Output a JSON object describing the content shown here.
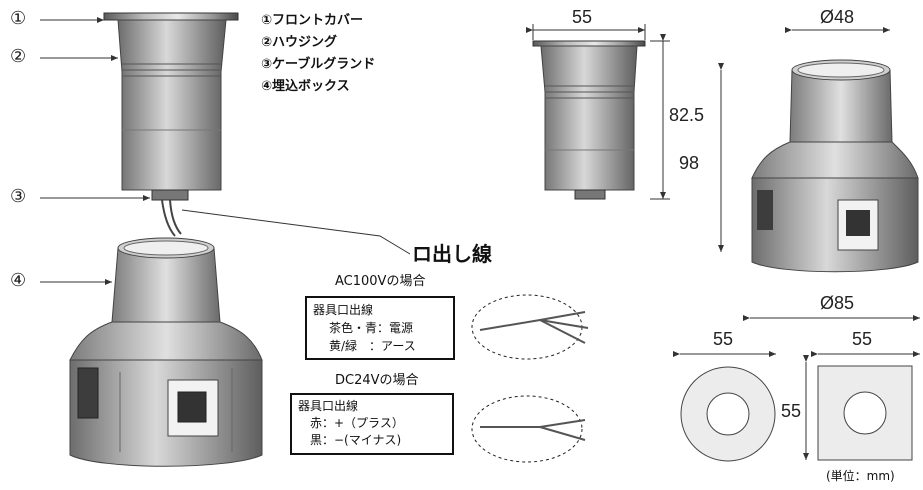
{
  "parts_legend": [
    "①フロントカバー",
    "②ハウジング",
    "③ケーブルグランド",
    "④埋込ボックス"
  ],
  "callouts": [
    "①",
    "②",
    "③",
    "④"
  ],
  "cable_label": "ロ出し線",
  "ac_section": {
    "title": "AC100Vの場合",
    "box_title": "器具口出線",
    "line1": "茶色・青：電源",
    "line2": "黄/緑　：アース"
  },
  "dc_section": {
    "title": "DC24Vの場合",
    "box_title": "器具口出線",
    "line1": "赤：+（プラス）",
    "line2": "黒：−(マイナス)"
  },
  "dimensions": {
    "top_width": "55",
    "height_body": "82.5",
    "height_total": "98",
    "dia_top": "Ø48",
    "dia_bottom": "Ø85",
    "front_round_width": "55",
    "front_square_width": "55",
    "front_square_height": "55"
  },
  "unit_note": "(単位：mm)"
}
